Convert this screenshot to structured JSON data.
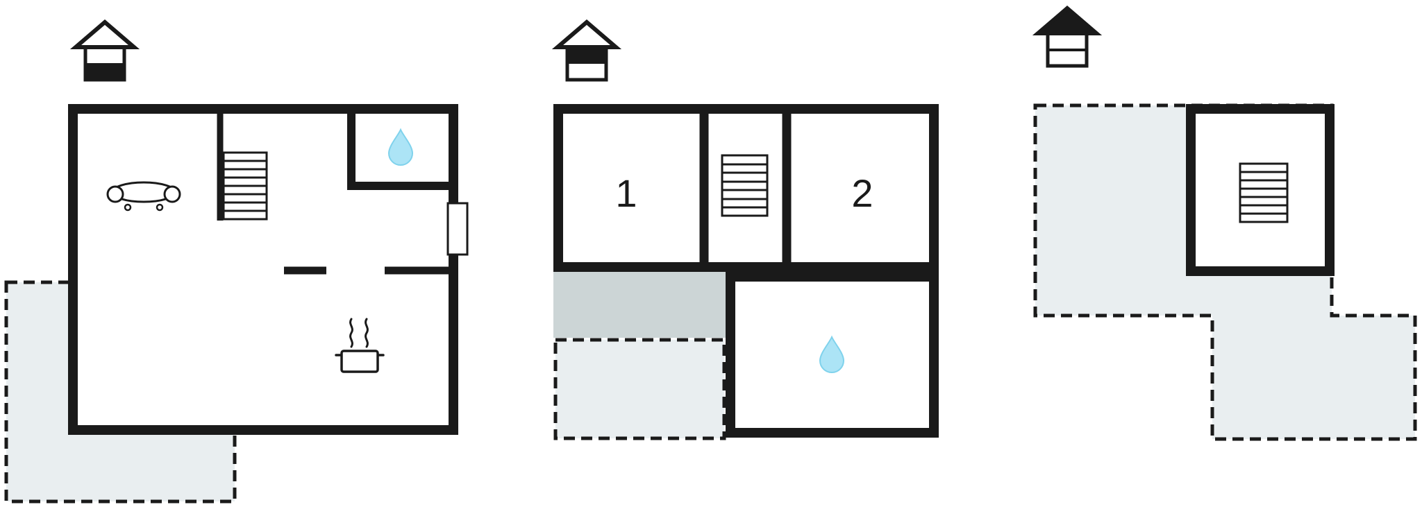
{
  "page": {
    "background": "#ffffff"
  },
  "colors": {
    "wall": "#1a1a1a",
    "terrace_fill": "#e9eef0",
    "balcony_fill": "#ccd5d6",
    "water_drop_fill": "#ace4f6",
    "water_drop_stroke": "#7fd2ec",
    "icon_black": "#1a1a1a"
  },
  "icons": {
    "house_ground_floor": "house-icon-ground-floor-selected",
    "house_first_floor": "house-icon-first-floor-selected",
    "house_top_floor": "house-icon-top-floor-selected",
    "sofa": "sofa-icon",
    "stairs": "stairs-icon",
    "water_drop": "water-drop-icon",
    "stove": "stove-pot-icon",
    "door": "door-window-opening"
  },
  "plans": {
    "ground_floor": {
      "name": "ground-floor",
      "indicator": "house-icon-ground-floor",
      "features": [
        "sofa",
        "staircase",
        "shower",
        "door",
        "stove",
        "terrace"
      ]
    },
    "first_floor": {
      "name": "first-floor",
      "indicator": "house-icon-first-floor",
      "rooms": [
        {
          "label": "1"
        },
        {
          "label": "2"
        }
      ],
      "features": [
        "staircase",
        "shower",
        "balcony",
        "terrace"
      ]
    },
    "top_floor": {
      "name": "top-floor",
      "indicator": "house-icon-top-floor",
      "features": [
        "staircase",
        "terrace"
      ]
    }
  }
}
